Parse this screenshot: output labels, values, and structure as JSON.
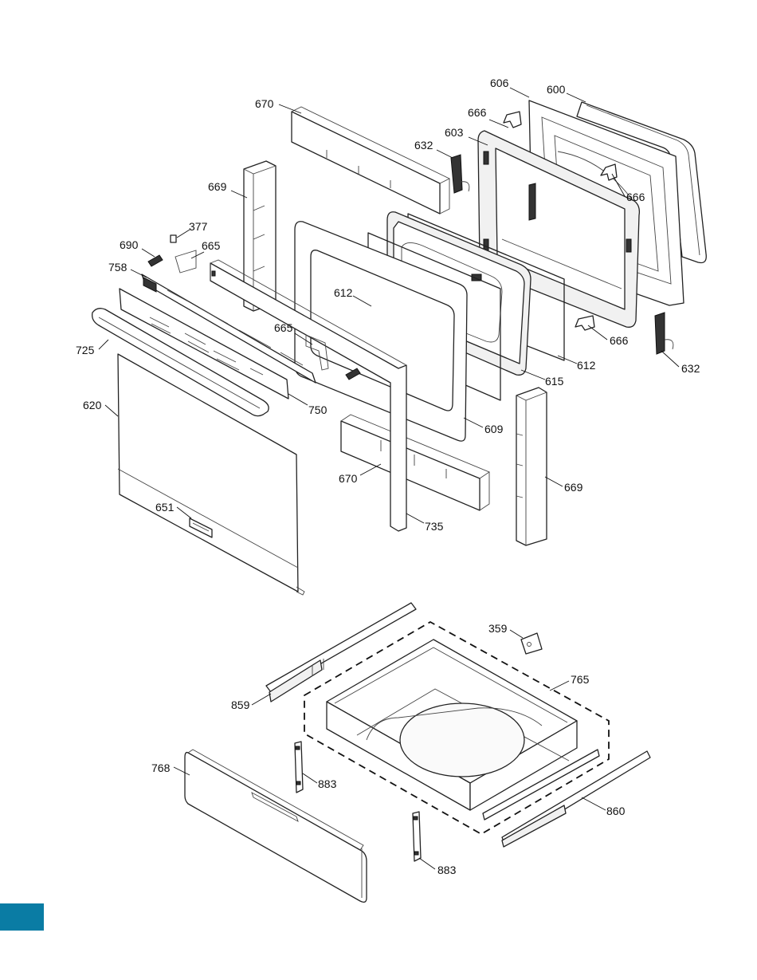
{
  "diagram": {
    "callouts": {
      "c600": "600",
      "c606": "606",
      "c666a": "666",
      "c603": "603",
      "c632a": "632",
      "c666b": "666",
      "c670a": "670",
      "c669a": "669",
      "c377": "377",
      "c690": "690",
      "c665a": "665",
      "c758": "758",
      "c612a": "612",
      "c665b": "665",
      "c725": "725",
      "c666c": "666",
      "c632b": "632",
      "c612b": "612",
      "c615": "615",
      "c750": "750",
      "c609": "609",
      "c620": "620",
      "c670b": "670",
      "c669b": "669",
      "c651": "651",
      "c735": "735",
      "c359": "359",
      "c765": "765",
      "c859": "859",
      "c768": "768",
      "c883a": "883",
      "c860": "860",
      "c883b": "883"
    }
  },
  "colors": {
    "page_tab": "#0a7ca4",
    "line": "#222222",
    "background": "#ffffff"
  }
}
